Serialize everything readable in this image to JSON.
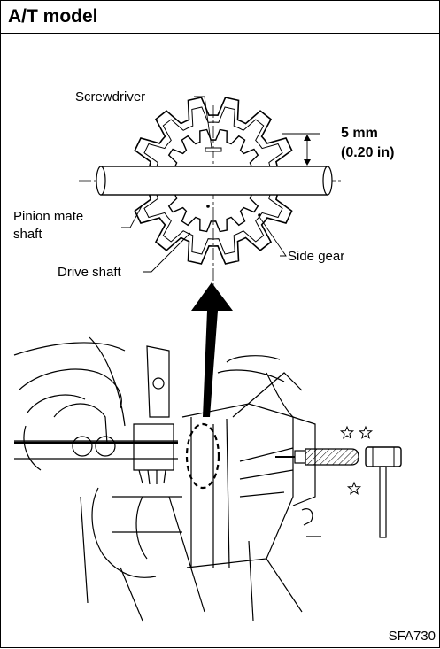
{
  "header": {
    "title": "A/T model"
  },
  "labels": {
    "screwdriver": "Screwdriver",
    "pinion_mate_line1": "Pinion mate",
    "pinion_mate_line2": "shaft",
    "drive_shaft": "Drive shaft",
    "side_gear": "Side gear"
  },
  "dimension": {
    "metric": "5 mm",
    "imperial": "(0.20 in)"
  },
  "figure_code": "SFA730"
}
